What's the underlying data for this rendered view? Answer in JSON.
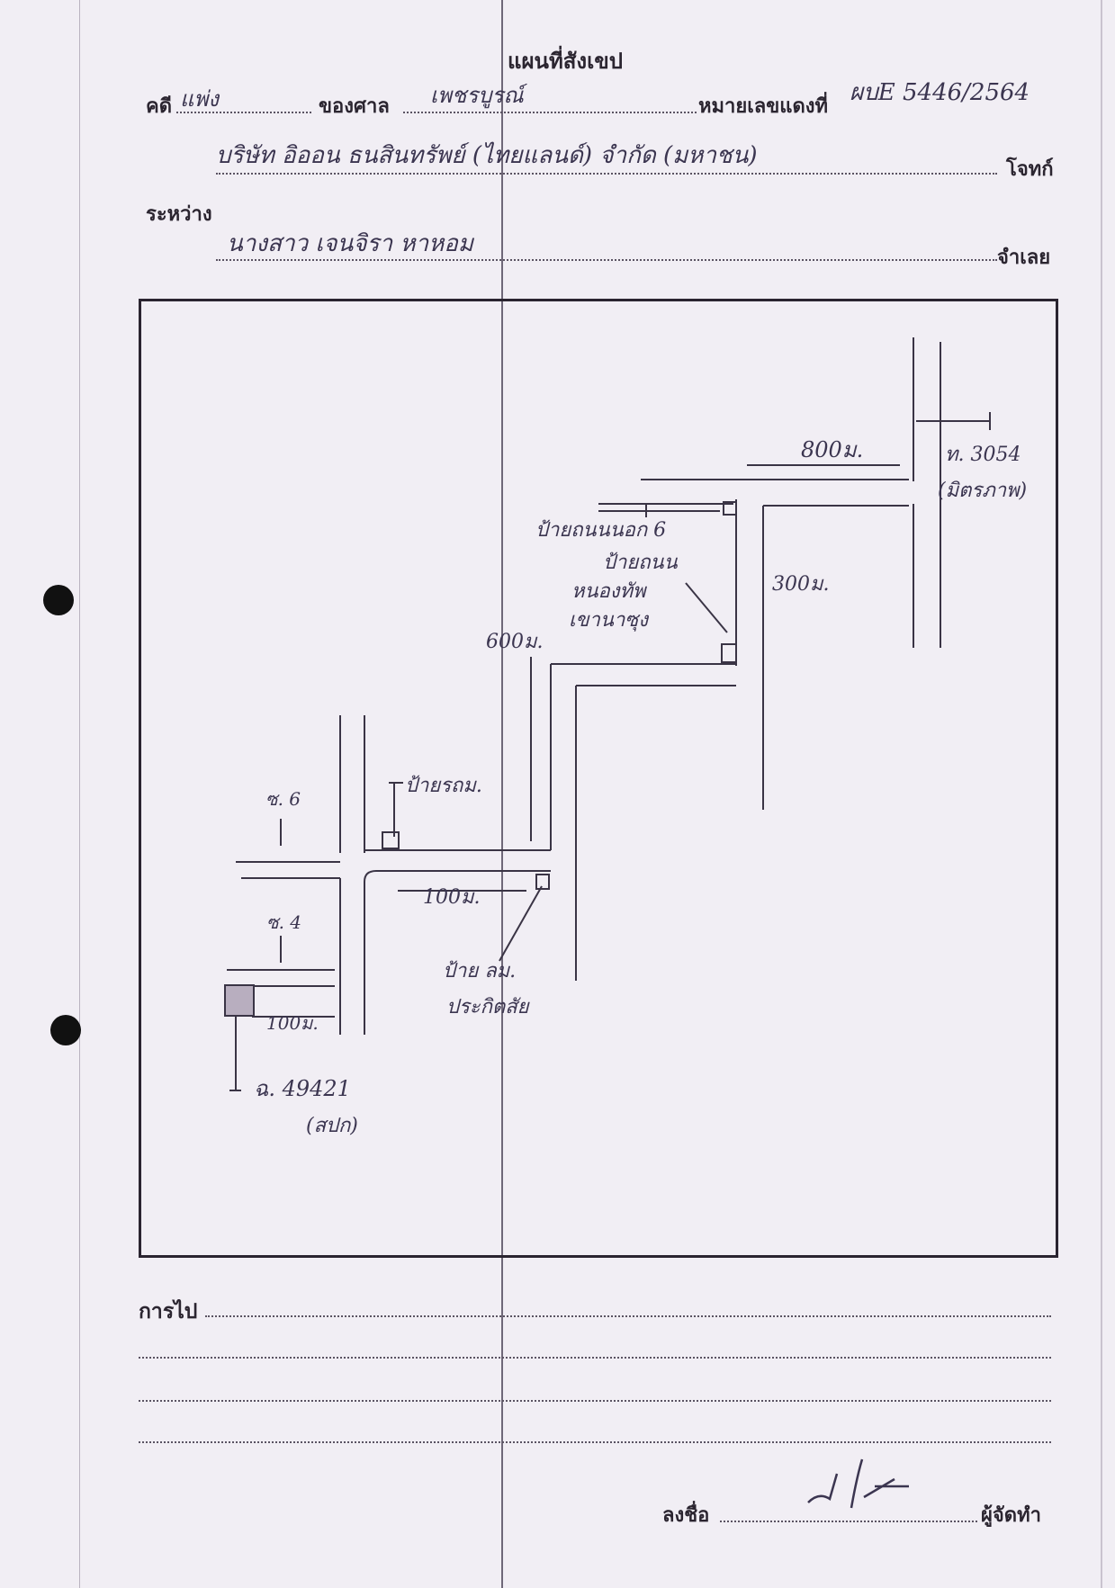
{
  "title": "แผนที่สังเขป",
  "header": {
    "case_label": "คดี",
    "case_value": "แพ่ง",
    "court_label": "ของศาล",
    "court_value": "เพชรบูรณ์",
    "red_no_label": "หมายเลขแดงที่",
    "red_no_value": "ผบE 5446/2564",
    "plaintiff_value": "บริษัท อิออน ธนสินทรัพย์ (ไทยแลนด์) จำกัด (มหาชน)",
    "plaintiff_label": "โจทก์",
    "between_label": "ระหว่าง",
    "defendant_value": "นางสาว เจนจิรา หาหอม",
    "defendant_label": "จำเลย"
  },
  "map": {
    "labels": {
      "dist_800": "800ม.",
      "road_3054": "ท. 3054",
      "road_3054_note": "(มิตรภาพ)",
      "sign_top": "ป้ายถนนนอก 6",
      "sign_mid_1": "ป้ายถนน",
      "sign_mid_2": "หนองทัพ",
      "sign_mid_3": "เขานาซุง",
      "dist_300": "300ม.",
      "dist_600": "600ม.",
      "sign_bus": "ป้ายรถม.",
      "soi_6": "ซ. 6",
      "dist_100_mid": "100ม.",
      "soi_4": "ซ. 4",
      "sign_school_1": "ป้าย ลม.",
      "sign_school_2": "ประกิตสัย",
      "dist_100_low": "100ม.",
      "deed": "ฉ. 49421",
      "deed_note": "(สปก)"
    }
  },
  "footer": {
    "route_label": "การไป",
    "sign_label": "ลงชื่อ",
    "maker_label": "ผู้จัดทำ"
  }
}
